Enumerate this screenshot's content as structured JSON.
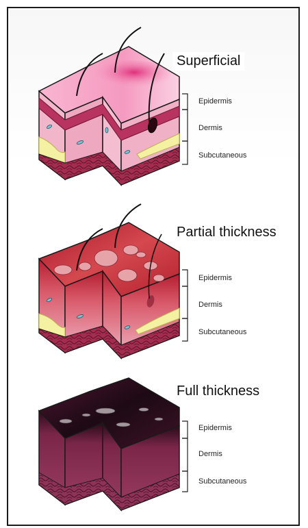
{
  "panels": [
    {
      "title": "Superficial",
      "layers": [
        "Epidermis",
        "Dermis",
        "Subcutaneous"
      ]
    },
    {
      "title": "Partial thickness",
      "layers": [
        "Epidermis",
        "Dermis",
        "Subcutaneous"
      ]
    },
    {
      "title": "Full thickness",
      "layers": [
        "Epidermis",
        "Dermis",
        "Subcutaneous"
      ]
    }
  ],
  "colors": {
    "superficial_surface": "#f6a6c9",
    "superficial_burn": "#e8418a",
    "partial_surface": "#c0303e",
    "blister": "#e6a3a8",
    "full_surface": "#3a0e24",
    "epidermis_band": "#b8335f",
    "dermis": "#f1b3c7",
    "subcutaneous_fat": "#f4f1a3",
    "subcutaneous_tissue": "#9c2a4a",
    "outline": "#1a1a1a"
  }
}
